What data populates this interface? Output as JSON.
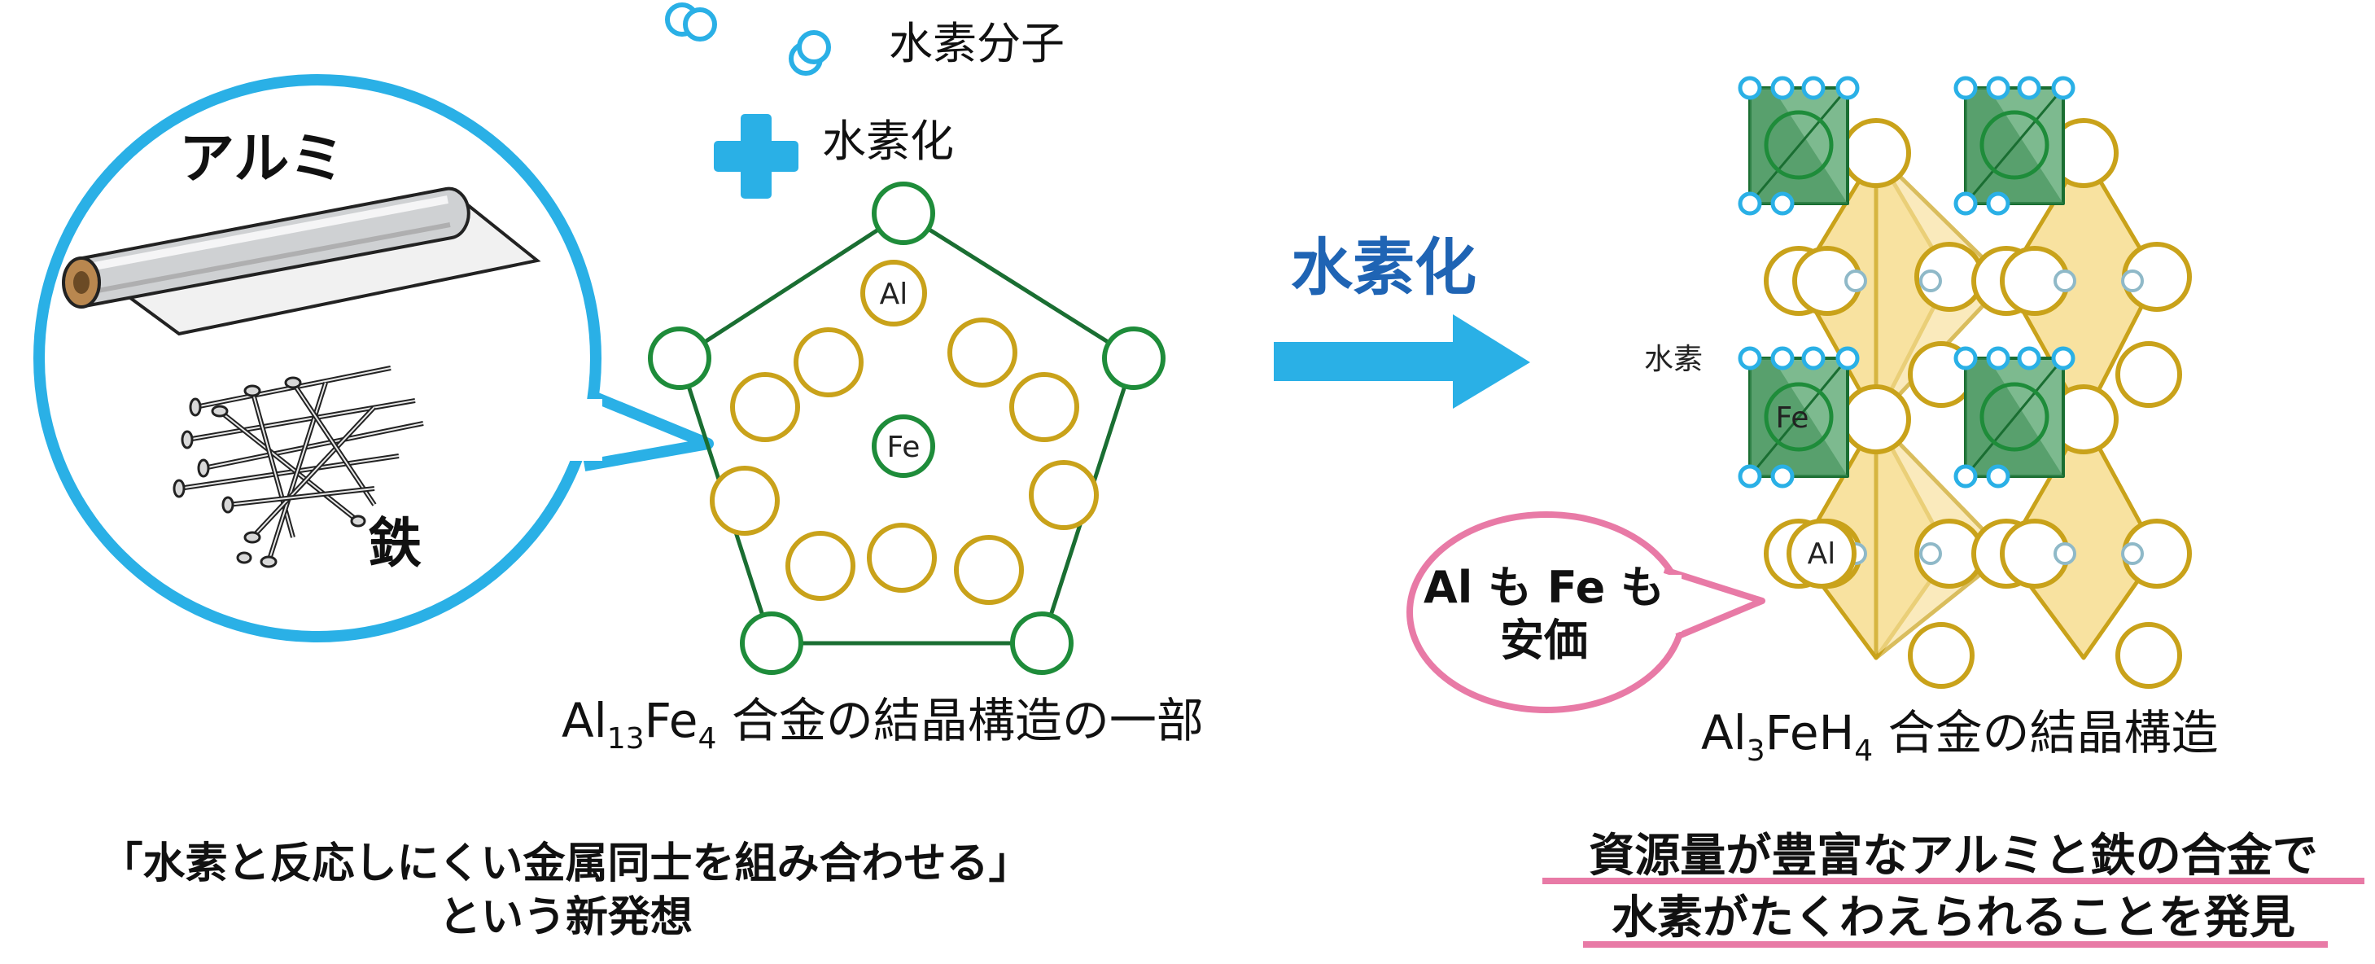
{
  "left_panel": {
    "aluminum_label": "アルミ",
    "iron_label": "鉄"
  },
  "hydrogen_molecule_label": "水素分子",
  "plus_hydrogenation_label": "水素化",
  "pentagon": {
    "al_atom": "Al",
    "fe_atom": "Fe",
    "caption_parts": [
      "Al",
      "13",
      "Fe",
      "4",
      " 合金の結晶構造の一部"
    ]
  },
  "arrow_label": "水素化",
  "right_structure": {
    "hydrogen_label": "水素",
    "fe_atom": "Fe",
    "al_atom": "Al",
    "caption_parts": [
      "Al",
      "3",
      "FeH",
      "4",
      " 合金の結晶構造"
    ]
  },
  "speech_bubble": {
    "line1": "Al も Fe も",
    "line2": "安価"
  },
  "bottom_left": {
    "line1": "「水素と反応しにくい金属同士を組み合わせる」",
    "line2": "という新発想"
  },
  "bottom_right": {
    "line1": "資源量が豊富なアルミと鉄の合金で",
    "line2": "水素がたくわえられることを発見"
  },
  "colors": {
    "blue": "#2ab0e6",
    "dark_blue": "#1f64b4",
    "green": "#1e8c3a",
    "gold": "#c9a21a",
    "gold_fill": "#f8e2a0",
    "pink": "#e87aa6"
  }
}
